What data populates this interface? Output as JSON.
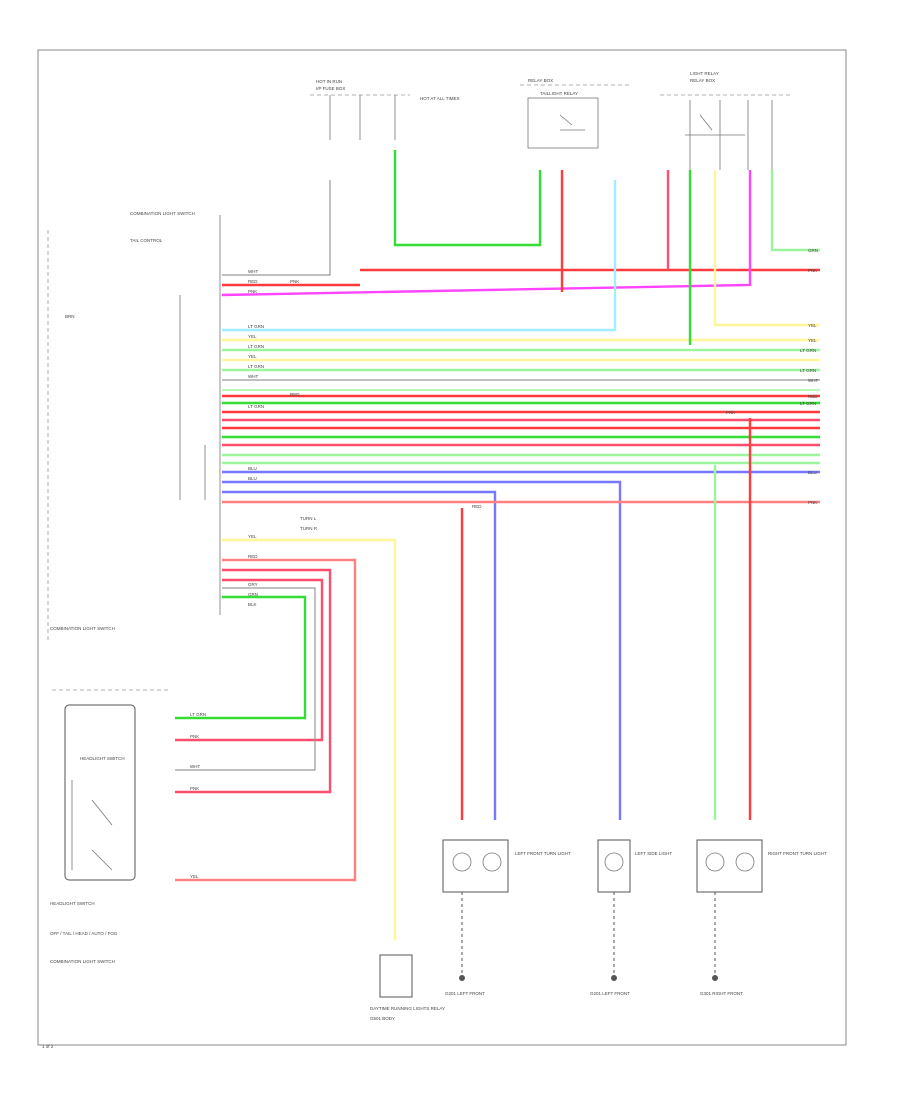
{
  "page": {
    "footer_code": "1 of 2"
  },
  "colors": {
    "red": "#ff3b3b",
    "pink": "#ff4d6d",
    "green": "#33dd33",
    "lime": "#9cf59c",
    "yellow": "#ffff44",
    "pale_yellow": "#fff59a",
    "cyan": "#9feeff",
    "magenta": "#ff44ff",
    "blue": "#7777ff",
    "gray": "#999999",
    "dark": "#555555"
  },
  "connectors": {
    "hot_in_run": "HOT IN RUN",
    "instrument_panel_fuse_box": "I/P FUSE BOX",
    "tail_light_relay": "TAILLIGHT RELAY",
    "light_relay": "LIGHT RELAY",
    "relay_box": "RELAY BOX",
    "hot_at_all_times": "HOT AT ALL TIMES",
    "combination_switch": "COMBINATION LIGHT SWITCH",
    "combination_switch_sub": "COMBINATION LIGHT SWITCH",
    "dimmer_switch": "HEADLIGHT SWITCH",
    "left_front_turn": "LEFT FRONT TURN LIGHT",
    "left_side_marker": "LEFT SIDE LIGHT",
    "right_front_turn": "RIGHT FRONT TURN LIGHT",
    "daytime_relay": "DAYTIME RUNNING LIGHTS RELAY",
    "tail_control": "TAIL CONTROL",
    "left_front_ground": "G201 LEFT FRONT",
    "right_front_ground": "G301 RIGHT FRONT",
    "body_ground": "G501 BODY",
    "fog_switch": "OFF / TAIL / HEAD / AUTO / FOG"
  },
  "wire_labels": {
    "pnk": "PNK",
    "grn": "GRN",
    "yel": "YEL",
    "lt_grn": "LT GRN",
    "red": "RED",
    "wht": "WHT",
    "blu": "BLU",
    "brn": "BRN",
    "gry": "GRY",
    "blk": "BLK",
    "turn_l": "TURN L",
    "turn_r": "TURN R"
  }
}
